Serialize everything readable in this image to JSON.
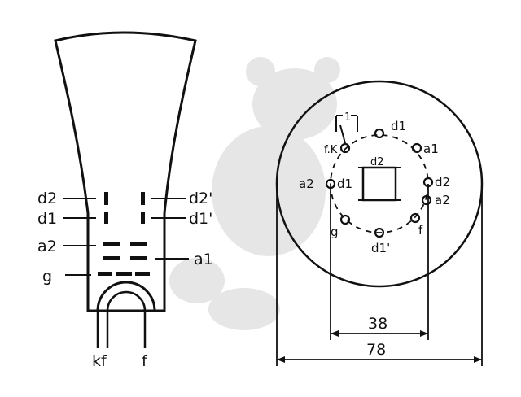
{
  "tube_labels": {
    "d2": "d2",
    "d2_prime": "d2'",
    "d1": "d1",
    "d1_prime": "d1'",
    "a2": "a2",
    "a1": "a1",
    "g": "g",
    "kf": "kf",
    "f": "f"
  },
  "base_labels": {
    "top_d1": "d1",
    "fk": "f.K",
    "a1_right": "a1",
    "d2_center": "d2",
    "a2_left": "a2",
    "d1_left": "d1",
    "d2_right": "d2",
    "a2_right": "a2",
    "g": "g",
    "f": "f",
    "d1_prime_bottom": "d1'",
    "pin_marker": "1"
  },
  "dimensions": {
    "inner": "38",
    "outer": "78"
  },
  "colors": {
    "ink": "#111111",
    "watermark": "#e6e6e6",
    "background": "#ffffff"
  }
}
